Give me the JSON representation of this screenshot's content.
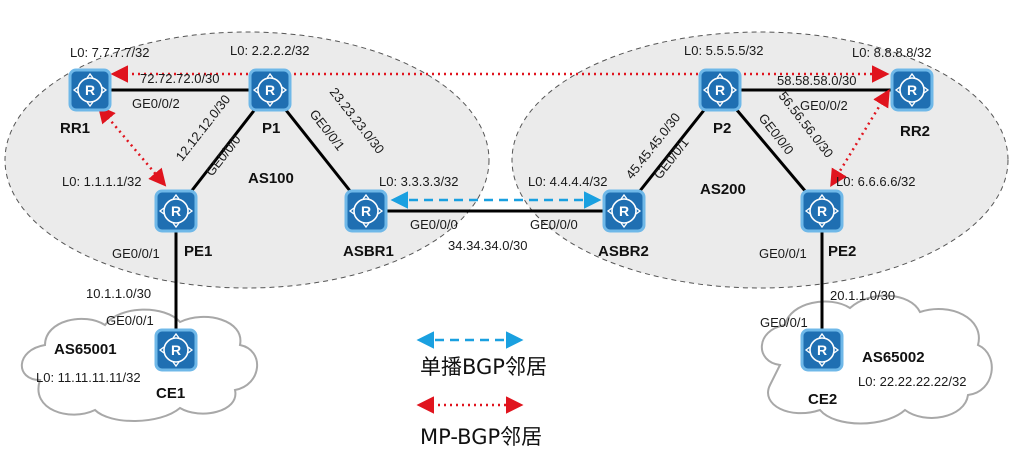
{
  "colors": {
    "router_fill": "#1f6fb2",
    "router_border": "#6fb8e8",
    "unicast_bgp": "#1aa0e0",
    "mp_bgp": "#e0141e",
    "link": "#000000"
  },
  "as_labels": {
    "as100": "AS100",
    "as200": "AS200",
    "as65001": "AS65001",
    "as65002": "AS65002"
  },
  "routers": {
    "rr1": {
      "name": "RR1",
      "loopback": "L0: 7.7.7.7/32"
    },
    "p1": {
      "name": "P1",
      "loopback": "L0: 2.2.2.2/32"
    },
    "pe1": {
      "name": "PE1",
      "loopback": "L0: 1.1.1.1/32"
    },
    "asbr1": {
      "name": "ASBR1",
      "loopback": "L0: 3.3.3.3/32"
    },
    "ce1": {
      "name": "CE1",
      "loopback": "L0: 11.11.11.11/32"
    },
    "asbr2": {
      "name": "ASBR2",
      "loopback": "L0: 4.4.4.4/32"
    },
    "p2": {
      "name": "P2",
      "loopback": "L0: 5.5.5.5/32"
    },
    "rr2": {
      "name": "RR2",
      "loopback": "L0: 8.8.8.8/32"
    },
    "pe2": {
      "name": "PE2",
      "loopback": "L0: 6.6.6.6/32"
    },
    "ce2": {
      "name": "CE2",
      "loopback": "L0: 22.22.22.22/32"
    }
  },
  "links": {
    "rr1_p1": {
      "subnet": "72.72.72.0/30",
      "rr1_if": "GE0/0/2"
    },
    "pe1_p1": {
      "subnet": "12.12.12.0/30",
      "p1_if": "GE0/0/0"
    },
    "p1_asbr1": {
      "subnet": "23.23.23.0/30",
      "p1_if": "GE0/0/1"
    },
    "asbr1_asbr2": {
      "subnet": "34.34.34.0/30",
      "asbr1_if": "GE0/0/0",
      "asbr2_if": "GE0/0/0"
    },
    "asbr2_p2": {
      "subnet": "45.45.45.0/30",
      "p2_if": "GE0/0/1"
    },
    "p2_pe2": {
      "subnet": "56.56.56.0/30",
      "p2_if": "GE0/0/0"
    },
    "p2_rr2": {
      "subnet": "58.58.58.0/30",
      "rr2_if": "GE0/0/2"
    },
    "pe1_ce1": {
      "subnet": "10.1.1.0/30",
      "pe1_if": "GE0/0/1",
      "ce1_if": "GE0/0/1"
    },
    "pe2_ce2": {
      "subnet": "20.1.1.0/30",
      "pe2_if": "GE0/0/1",
      "ce2_if": "GE0/0/1"
    }
  },
  "legend": {
    "unicast": "单播BGP邻居",
    "mpbgp": "MP-BGP邻居"
  }
}
